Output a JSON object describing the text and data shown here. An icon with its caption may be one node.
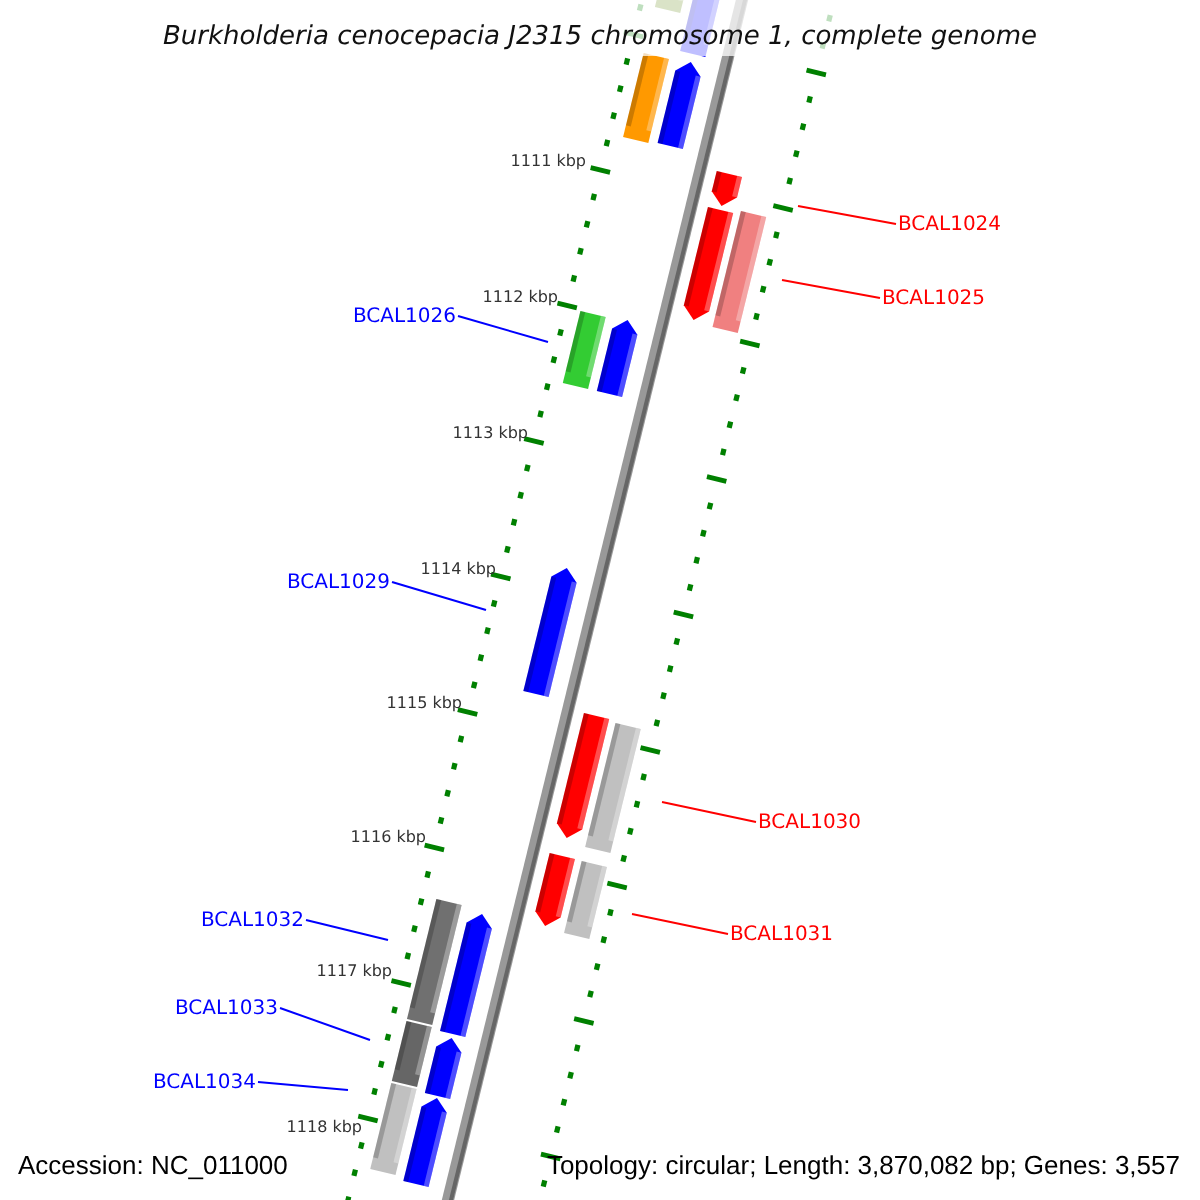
{
  "diagram": {
    "title": "Burkholderia cenocepacia J2315 chromosome 1, complete genome",
    "nodes": [
      {
        "text": [
          "BCAL1024"
        ]
      },
      {
        "text": [
          "BCAL1025"
        ]
      },
      {
        "text": [
          "BCAL1026"
        ]
      },
      {
        "text": [
          "BCAL1029"
        ]
      },
      {
        "text": [
          "BCAL1030"
        ]
      },
      {
        "text": [
          "BCAL1032"
        ]
      },
      {
        "text": [
          "BCAL1031"
        ]
      },
      {
        "text": [
          "BCAL1033"
        ]
      },
      {
        "text": [
          "BCAL1034"
        ]
      }
    ],
    "edges": [
      {
        "from": 0,
        "to": null,
        "arrow": "none",
        "color": "#ff0000"
      },
      {
        "from": 1,
        "to": null,
        "arrow": "none",
        "color": "#ff0000"
      },
      {
        "from": 2,
        "to": null,
        "arrow": "none"
      },
      {
        "from": 3,
        "to": null,
        "arrow": "none"
      },
      {
        "from": 4,
        "to": null,
        "arrow": "none",
        "color": "#ff0000"
      },
      {
        "from": 5,
        "to": null,
        "arrow": "none"
      },
      {
        "from": 6,
        "to": null,
        "arrow": "none",
        "color": "#ff0000"
      },
      {
        "from": 7,
        "to": null,
        "arrow": "none"
      },
      {
        "from": 8,
        "to": null,
        "arrow": "none"
      }
    ],
    "labels": [
      "1111 kbp",
      "1112 kbp",
      "1113 kbp",
      "1114 kbp",
      "1115 kbp",
      "1116 kbp",
      "1117 kbp",
      "1118 kbp",
      "Accession: NC_011000",
      "Topology: circular; Length: 3,870,082 bp; Genes: 3,557"
    ]
  }
}
